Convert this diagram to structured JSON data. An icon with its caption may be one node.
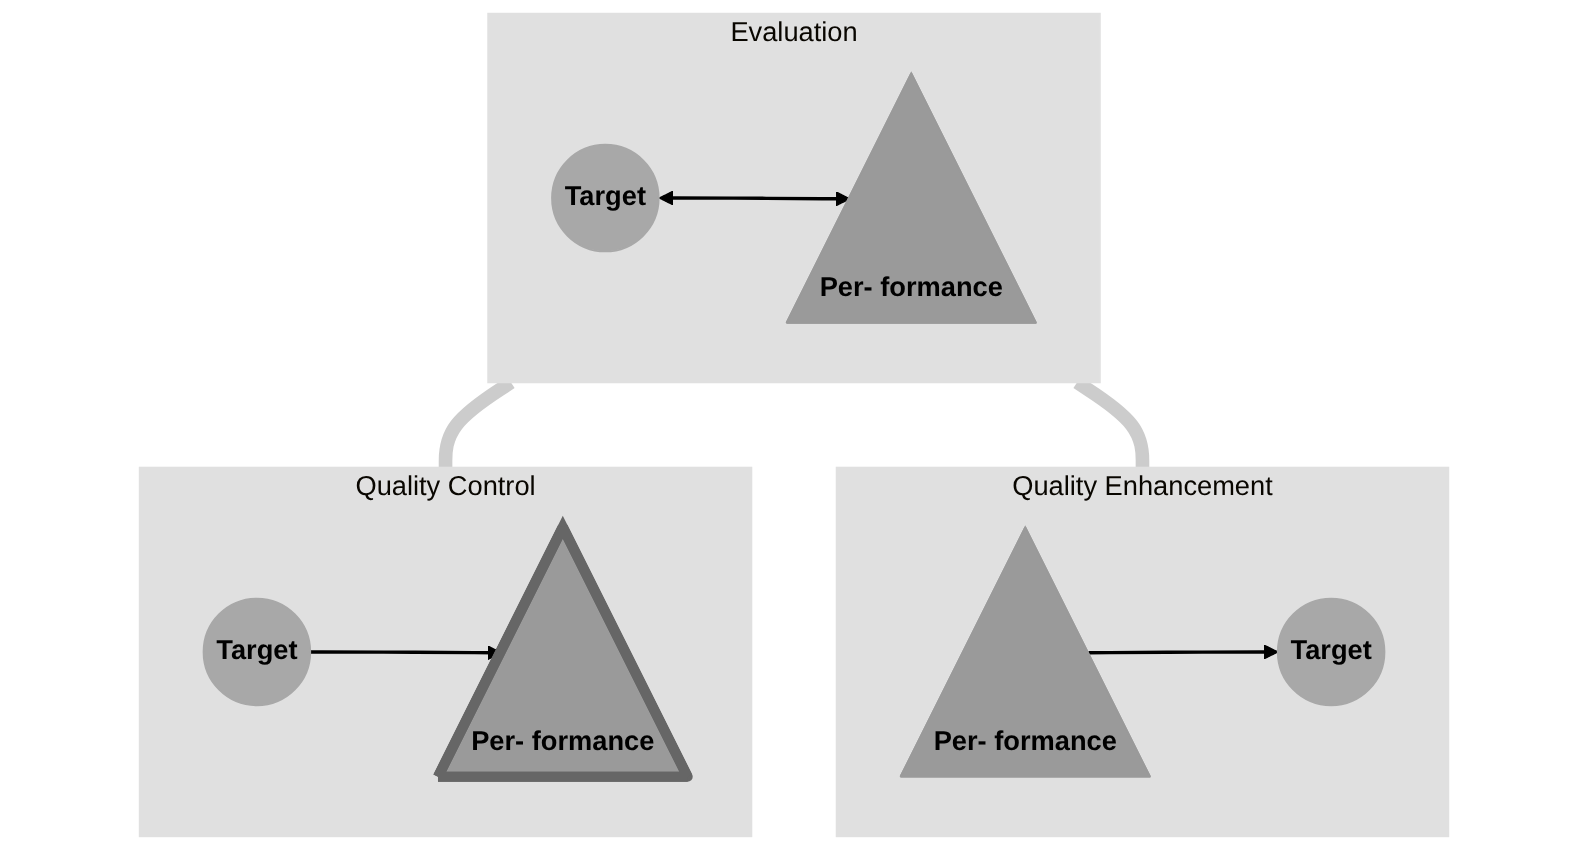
{
  "diagram": {
    "nodes": [
      {
        "text": [
          "Evaluation"
        ]
      },
      {
        "text": [
          "Target"
        ],
        "in": 0
      },
      {
        "text": [
          "Per- formance"
        ],
        "in": 0
      },
      {
        "text": [
          "Quality Control"
        ]
      },
      {
        "text": [
          "Target"
        ],
        "in": 3
      },
      {
        "text": [
          "Per- formance"
        ],
        "in": 3
      },
      {
        "text": [
          "Quality Enhancement"
        ]
      },
      {
        "text": [
          "Target"
        ],
        "in": 6
      },
      {
        "text": [
          "Per- formance"
        ],
        "in": 6
      }
    ],
    "edges": [
      {
        "from": 1,
        "to": 2,
        "arrow": "both"
      },
      {
        "from": 0,
        "to": 3,
        "arrow": "none",
        "style": "thick",
        "color": "#cccccc"
      },
      {
        "from": 0,
        "to": 6,
        "arrow": "none",
        "style": "thick",
        "color": "#cccccc"
      },
      {
        "from": 4,
        "to": 5,
        "arrow": "to"
      },
      {
        "from": 8,
        "to": 7,
        "arrow": "to"
      }
    ]
  }
}
